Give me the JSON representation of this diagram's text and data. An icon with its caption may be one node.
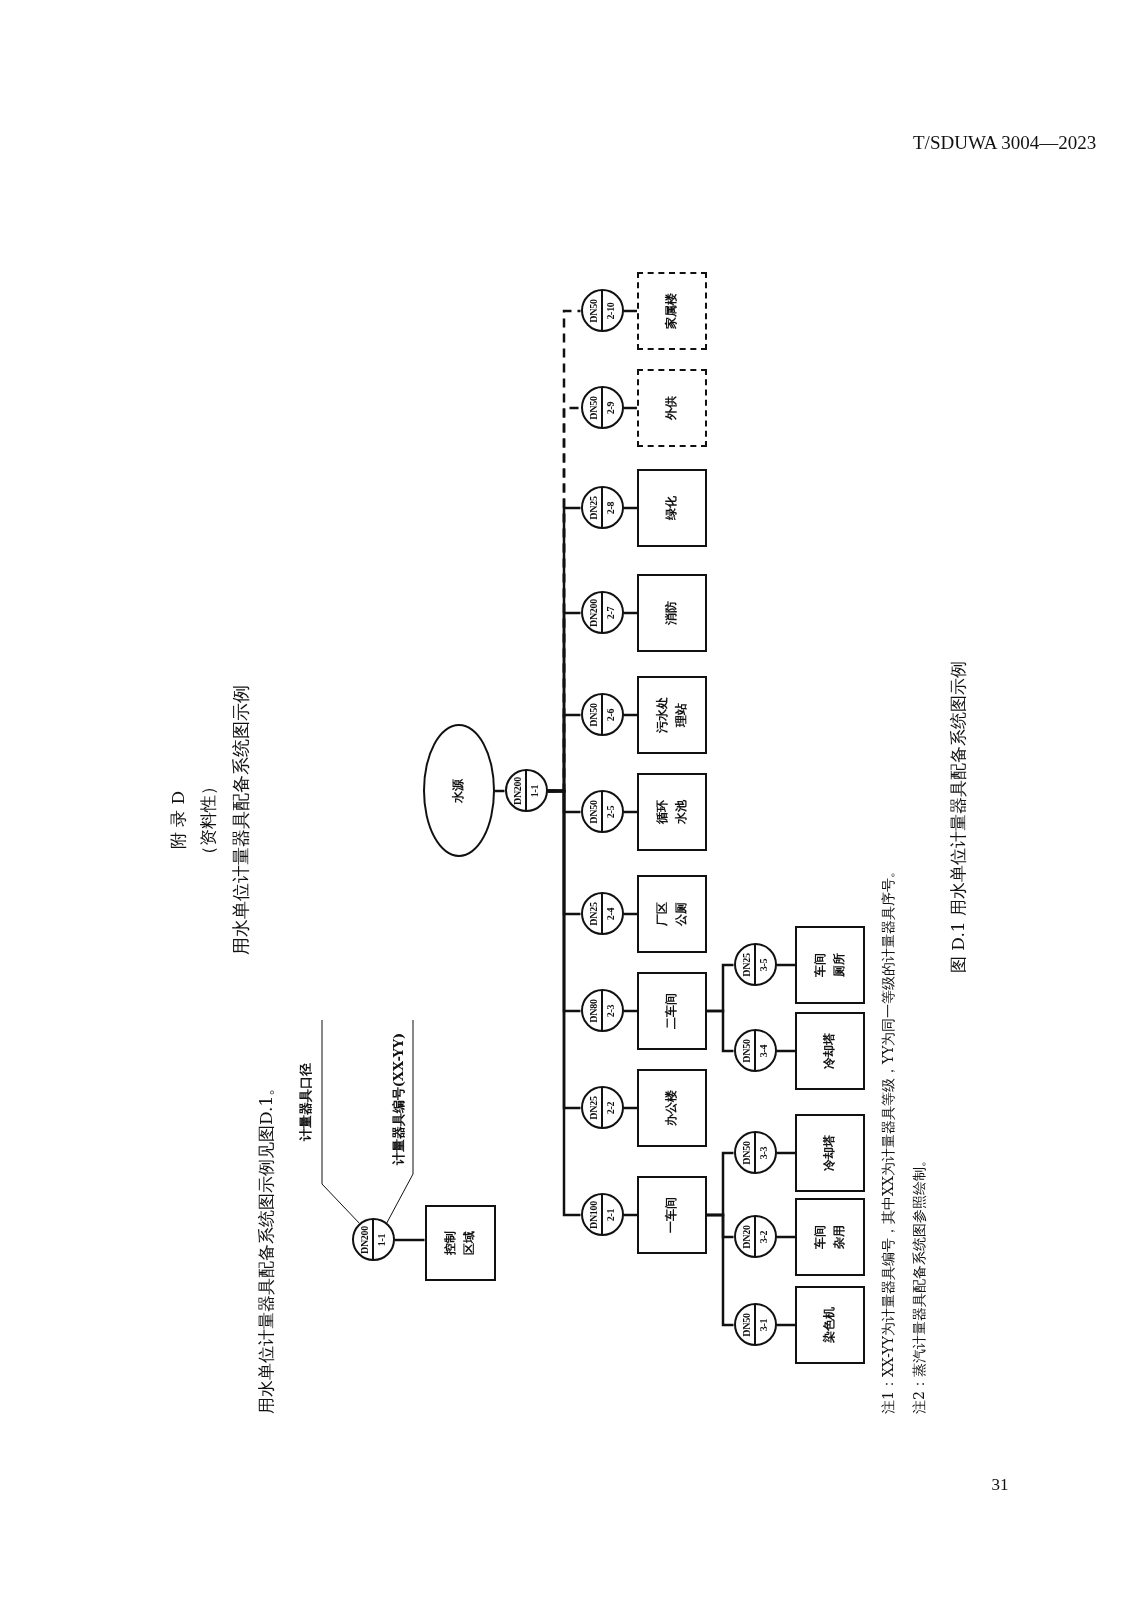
{
  "diagram": {
    "title": "用水单位计量器具配备系统图示例",
    "caption": "图 D.1 用水单位计量器具配备系统图示例",
    "nodes": [
      {
        "text": [
          "DN200",
          "1-1"
        ]
      },
      {
        "text": [
          "控制区域"
        ]
      },
      {
        "text": [
          "计量器具口径"
        ]
      },
      {
        "text": [
          "计量器具编号(XX-YY)"
        ]
      },
      {
        "text": [
          "水源"
        ]
      },
      {
        "text": [
          "DN200",
          "1-1"
        ]
      },
      {
        "text": [
          "DN100",
          "2-1"
        ]
      },
      {
        "text": [
          "一车间"
        ]
      },
      {
        "text": [
          "DN25",
          "2-2"
        ]
      },
      {
        "text": [
          "办公楼"
        ]
      },
      {
        "text": [
          "DN80",
          "2-3"
        ]
      },
      {
        "text": [
          "二车间"
        ]
      },
      {
        "text": [
          "DN25",
          "2-4"
        ]
      },
      {
        "text": [
          "厂区公厕"
        ]
      },
      {
        "text": [
          "DN50",
          "2-5"
        ]
      },
      {
        "text": [
          "循环水池"
        ]
      },
      {
        "text": [
          "DN50",
          "2-6"
        ]
      },
      {
        "text": [
          "污水处理站"
        ]
      },
      {
        "text": [
          "DN200",
          "2-7"
        ]
      },
      {
        "text": [
          "消防"
        ]
      },
      {
        "text": [
          "DN25",
          "2-8"
        ]
      },
      {
        "text": [
          "绿化"
        ]
      },
      {
        "text": [
          "DN50",
          "2-9"
        ]
      },
      {
        "text": [
          "外供"
        ]
      },
      {
        "text": [
          "DN50",
          "2-10"
        ]
      },
      {
        "text": [
          "家属楼"
        ]
      },
      {
        "text": [
          "DN50",
          "3-1"
        ]
      },
      {
        "text": [
          "染色机"
        ]
      },
      {
        "text": [
          "DN20",
          "3-2"
        ]
      },
      {
        "text": [
          "车间杂用"
        ]
      },
      {
        "text": [
          "DN50",
          "3-3"
        ]
      },
      {
        "text": [
          "冷却塔"
        ]
      },
      {
        "text": [
          "DN50",
          "3-4"
        ]
      },
      {
        "text": [
          "冷却塔"
        ]
      },
      {
        "text": [
          "DN25",
          "3-5"
        ]
      },
      {
        "text": [
          "车间厕所"
        ]
      }
    ],
    "edges": [
      {
        "from": 0,
        "to": 1,
        "arrow": "none"
      },
      {
        "from": 2,
        "to": 0,
        "arrow": "none"
      },
      {
        "from": 3,
        "to": 0,
        "arrow": "none"
      },
      {
        "from": 4,
        "to": 5,
        "arrow": "none"
      },
      {
        "from": 5,
        "to": 6,
        "arrow": "none"
      },
      {
        "from": 5,
        "to": 8,
        "arrow": "none"
      },
      {
        "from": 5,
        "to": 10,
        "arrow": "none"
      },
      {
        "from": 5,
        "to": 12,
        "arrow": "none"
      },
      {
        "from": 5,
        "to": 14,
        "arrow": "none"
      },
      {
        "from": 5,
        "to": 16,
        "arrow": "none"
      },
      {
        "from": 5,
        "to": 18,
        "arrow": "none"
      },
      {
        "from": 5,
        "to": 20,
        "arrow": "none"
      },
      {
        "from": 5,
        "to": 22,
        "arrow": "none",
        "style": "dashed"
      },
      {
        "from": 5,
        "to": 24,
        "arrow": "none",
        "style": "dashed"
      },
      {
        "from": 6,
        "to": 7,
        "arrow": "none"
      },
      {
        "from": 8,
        "to": 9,
        "arrow": "none"
      },
      {
        "from": 10,
        "to": 11,
        "arrow": "none"
      },
      {
        "from": 12,
        "to": 13,
        "arrow": "none"
      },
      {
        "from": 14,
        "to": 15,
        "arrow": "none"
      },
      {
        "from": 16,
        "to": 17,
        "arrow": "none"
      },
      {
        "from": 18,
        "to": 19,
        "arrow": "none"
      },
      {
        "from": 20,
        "to": 21,
        "arrow": "none"
      },
      {
        "from": 22,
        "to": 23,
        "arrow": "none"
      },
      {
        "from": 24,
        "to": 25,
        "arrow": "none"
      },
      {
        "from": 7,
        "to": 26,
        "arrow": "none"
      },
      {
        "from": 7,
        "to": 28,
        "arrow": "none"
      },
      {
        "from": 7,
        "to": 30,
        "arrow": "none"
      },
      {
        "from": 11,
        "to": 32,
        "arrow": "none"
      },
      {
        "from": 11,
        "to": 34,
        "arrow": "none"
      },
      {
        "from": 26,
        "to": 27,
        "arrow": "none"
      },
      {
        "from": 28,
        "to": 29,
        "arrow": "none"
      },
      {
        "from": 30,
        "to": 31,
        "arrow": "none"
      },
      {
        "from": 32,
        "to": 33,
        "arrow": "none"
      },
      {
        "from": 34,
        "to": 35,
        "arrow": "none"
      }
    ],
    "labels": [
      "T/SDUWA 3004—2023",
      "附 录 D",
      "（资料性）",
      "用水单位计量器具配备系统图示例见图D.1。",
      "注1：XX-YY为计量器具编号，其中XX为计量器具等级，YY为同一等级的计量器具序号。",
      "注2：蒸汽计量器具配备系统图参照绘制。",
      "31"
    ]
  }
}
